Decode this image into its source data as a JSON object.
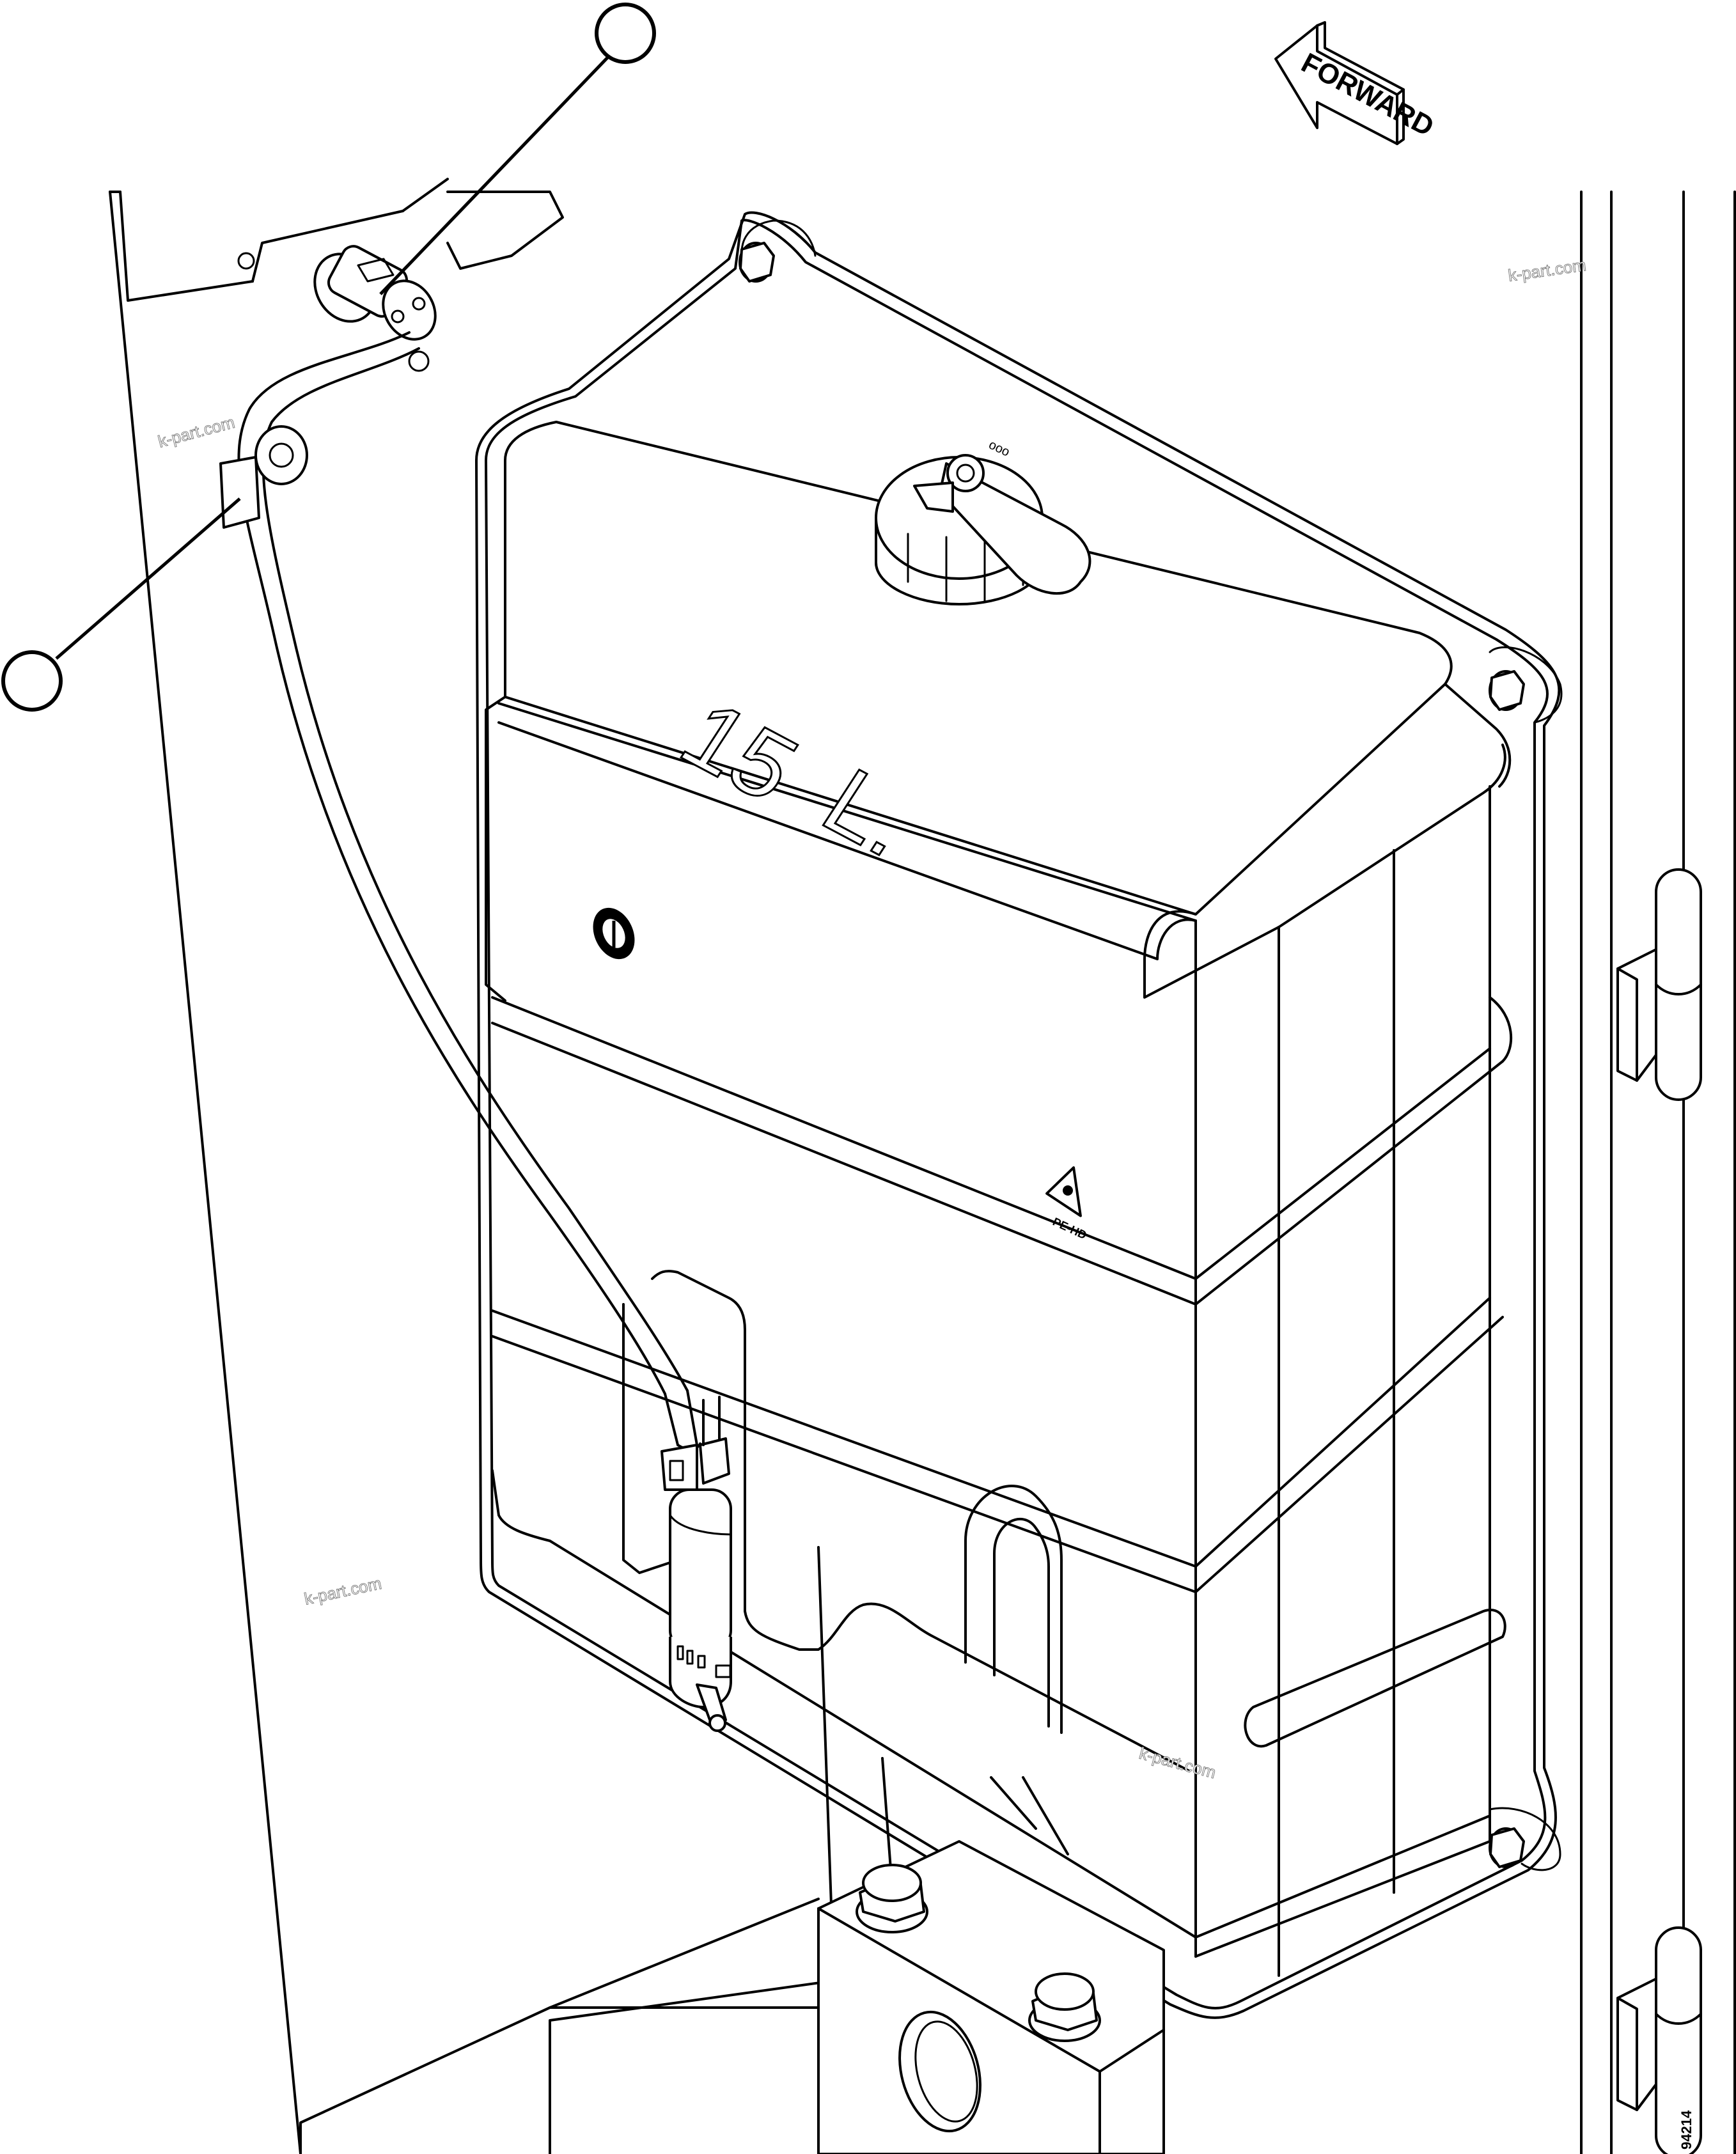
{
  "diagram": {
    "subject": "washer-fluid-reservoir-assembly",
    "direction_arrow": {
      "label": "FORWARD"
    },
    "tank_capacity_embossing": {
      "number": "15",
      "unit": "L."
    },
    "callouts": [
      {
        "id": "callout-1",
        "label": "",
        "points_to": "wiring-connector"
      },
      {
        "id": "callout-2",
        "label": "",
        "points_to": "harness-clip"
      }
    ],
    "watermarks": [
      "k-part.com",
      "k-part.com",
      "k-part.com",
      "k-part.com"
    ],
    "drawing_number": "94214",
    "colors": {
      "line": "#000000",
      "background": "#ffffff",
      "watermark": "#777777"
    }
  }
}
